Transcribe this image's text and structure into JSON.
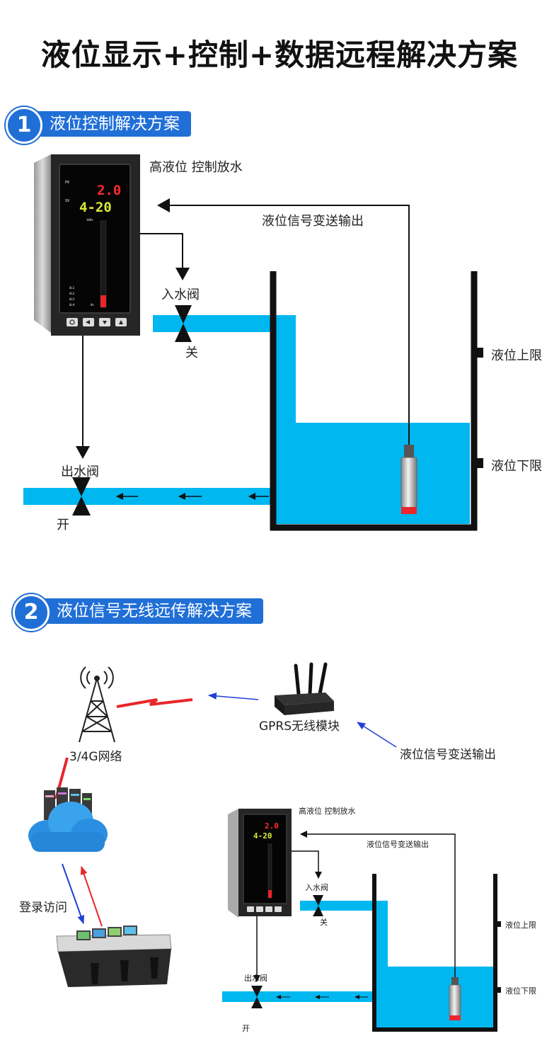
{
  "title": "液位显示+控制+数据远程解决方案",
  "section1": {
    "number": "1",
    "heading": "液位控制解决方案",
    "labels": {
      "high_level": "高液位 控制放水",
      "signal_output": "液位信号变送输出",
      "inlet_valve": "入水阀",
      "inlet_state": "关",
      "outlet_valve": "出水阀",
      "outlet_state": "开",
      "upper_limit": "液位上限",
      "lower_limit": "液位下限"
    },
    "controller_display": {
      "pv": "2.0",
      "sv": "4-20",
      "pv_tag": "PV",
      "sv_tag": "SV",
      "bar_top": "100%",
      "bar_bottom": "0%",
      "alarms": [
        "AL1",
        "AL2",
        "AL3",
        "AL4"
      ]
    }
  },
  "section2": {
    "number": "2",
    "heading": "液位信号无线远传解决方案",
    "labels": {
      "network": "3/4G网络",
      "gprs": "GPRS无线模块",
      "signal_output": "液位信号变送输出",
      "login": "登录访问",
      "high_level": "高液位 控制放水",
      "signal_output_small": "液位信号变送输出",
      "inlet_valve": "入水阀",
      "inlet_state": "关",
      "outlet_valve": "出水阀",
      "outlet_state": "开",
      "upper_limit": "液位上限",
      "lower_limit": "液位下限"
    }
  },
  "colors": {
    "water": "#00b7ef",
    "accent": "#1f6fd6",
    "signal_red": "#e8262b",
    "signal_blue": "#1f3fd6",
    "tank": "#111111"
  }
}
